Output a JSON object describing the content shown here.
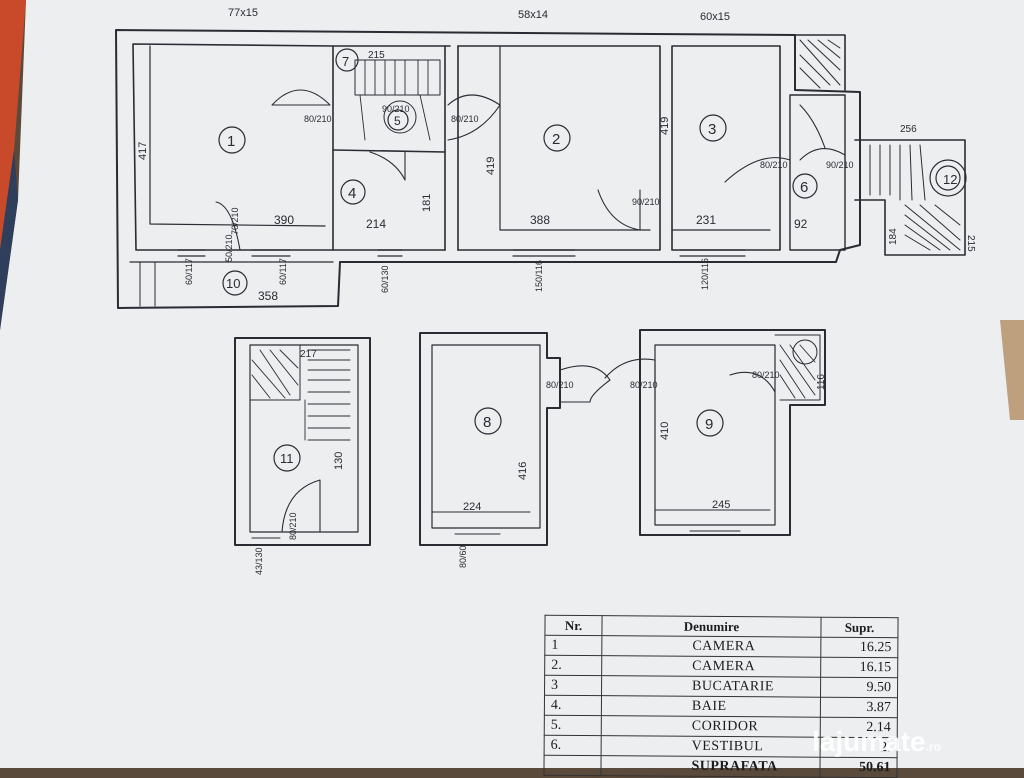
{
  "plan": {
    "header_dims": [
      "77x15",
      "58x14",
      "60x15"
    ],
    "rooms": [
      {
        "no": "1"
      },
      {
        "no": "2"
      },
      {
        "no": "3"
      },
      {
        "no": "4"
      },
      {
        "no": "5"
      },
      {
        "no": "6"
      },
      {
        "no": "7"
      },
      {
        "no": "8"
      },
      {
        "no": "9"
      },
      {
        "no": "10"
      },
      {
        "no": "11"
      },
      {
        "no": "12"
      }
    ],
    "dims": {
      "d417": "417",
      "d390": "390",
      "d214": "214",
      "d388": "388",
      "d231": "231",
      "d92": "92",
      "d358": "358",
      "d419a": "419",
      "d419b": "419",
      "d181": "181",
      "d215a": "215",
      "d256": "256",
      "d215b": "215",
      "d184": "184",
      "d217": "217",
      "d130": "130",
      "d416a": "416",
      "d224": "224",
      "d410": "410",
      "d245": "245",
      "d116": "116"
    },
    "doors": {
      "w1": "80/210",
      "w2": "80/210",
      "w3": "70/210",
      "w4": "90/210",
      "w5": "90/210",
      "w6": "80/210",
      "w7": "90/210",
      "w8": "80/210",
      "w9": "80/210",
      "w10": "80/210",
      "w11": "80/210",
      "w12": "80/60"
    },
    "windows": {
      "a": "60/117",
      "b": "60/117",
      "c": "60/130",
      "d": "150/116",
      "e": "120/116",
      "f": "50/210",
      "g": "43/130"
    }
  },
  "legend": {
    "headers": {
      "nr": "Nr.",
      "name": "Denumire",
      "supr": "Supr."
    },
    "rows": [
      {
        "nr": "1",
        "name": "CAMERA",
        "supr": "16.25"
      },
      {
        "nr": "2.",
        "name": "CAMERA",
        "supr": "16.15"
      },
      {
        "nr": "3",
        "name": "BUCATARIE",
        "supr": "9.50"
      },
      {
        "nr": "4.",
        "name": "BAIE",
        "supr": "3.87"
      },
      {
        "nr": "5.",
        "name": "CORIDOR",
        "supr": "2.14"
      },
      {
        "nr": "6.",
        "name": "VESTIBUL",
        "supr": "2."
      },
      {
        "nr": "",
        "name": "SUPRAFATA",
        "supr": "50.61"
      }
    ]
  },
  "watermark": {
    "brand": "lajumate",
    "tld": ".ro"
  },
  "colors": {
    "paper": "#eef0f2",
    "ink": "#2b2b33",
    "background": "#5a4a3c"
  }
}
